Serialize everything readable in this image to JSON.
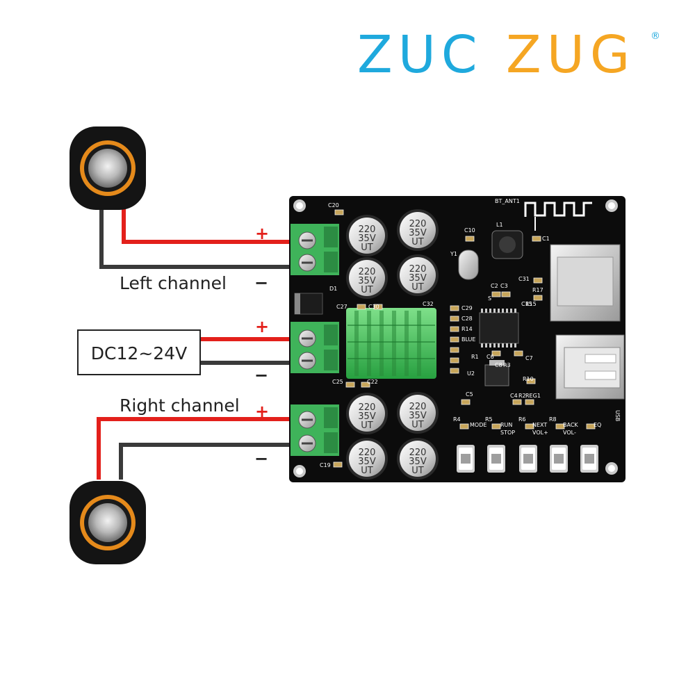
{
  "brand": {
    "part1": "ZUC",
    "part2": "ZUG",
    "registered": "®",
    "color1": "#1fa9dd",
    "color2": "#f5a623"
  },
  "labels": {
    "left_channel": "Left channel",
    "right_channel": "Right channel",
    "power": "DC12~24V",
    "plus": "+",
    "minus": "−"
  },
  "wire_colors": {
    "positive": "#e3201b",
    "negative": "#3a3a3a"
  },
  "board": {
    "antenna": "BT_ANT1",
    "inductor": "L1",
    "crystal": "Y1",
    "diode": "D1",
    "regulator": "U2",
    "usb": "USB",
    "cap_value": "220",
    "cap_voltage": "35V",
    "cap_brand": "UT",
    "cap_refs": [
      "C20",
      "C10",
      "C1",
      "C31",
      "C15",
      "C2",
      "C3",
      "C5",
      "C32",
      "C29",
      "C28",
      "R14",
      "BLUE",
      "R1",
      "C6",
      "C7",
      "C8",
      "R3",
      "R10",
      "C4",
      "R2",
      "REG1",
      "R4",
      "R5",
      "R6",
      "R8",
      "C19",
      "C25",
      "C22",
      "C27",
      "C30",
      "R17",
      "R15",
      "S"
    ],
    "buttons": [
      {
        "top": "MODE",
        "bottom": ""
      },
      {
        "top": "RUN",
        "bottom": "STOP"
      },
      {
        "top": "NEXT",
        "bottom": "VOL+"
      },
      {
        "top": "BACK",
        "bottom": "VOL-"
      },
      {
        "top": "EQ",
        "bottom": ""
      }
    ]
  }
}
